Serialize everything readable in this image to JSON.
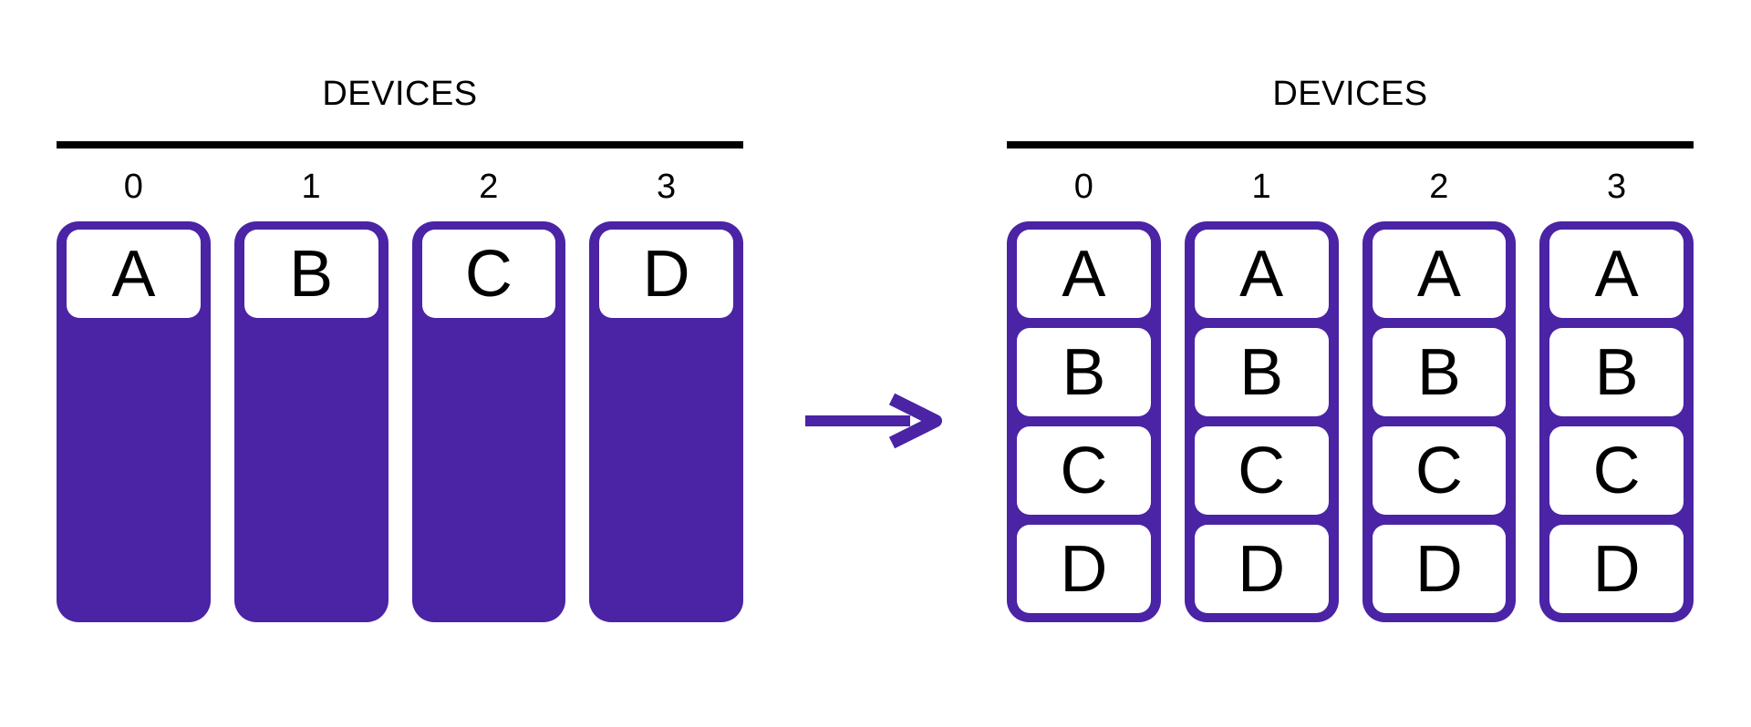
{
  "colors": {
    "accent": "#4b23a5",
    "line": "#000000",
    "text": "#000000",
    "background": "#ffffff"
  },
  "before": {
    "title": "DEVICES",
    "devices": [
      "0",
      "1",
      "2",
      "3"
    ],
    "shards": [
      [
        "A"
      ],
      [
        "B"
      ],
      [
        "C"
      ],
      [
        "D"
      ]
    ]
  },
  "arrow": {
    "glyph": "→",
    "meaning": "transforms-to"
  },
  "after": {
    "title": "DEVICES",
    "devices": [
      "0",
      "1",
      "2",
      "3"
    ],
    "shards": [
      [
        "A",
        "B",
        "C",
        "D"
      ],
      [
        "A",
        "B",
        "C",
        "D"
      ],
      [
        "A",
        "B",
        "C",
        "D"
      ],
      [
        "A",
        "B",
        "C",
        "D"
      ]
    ]
  }
}
